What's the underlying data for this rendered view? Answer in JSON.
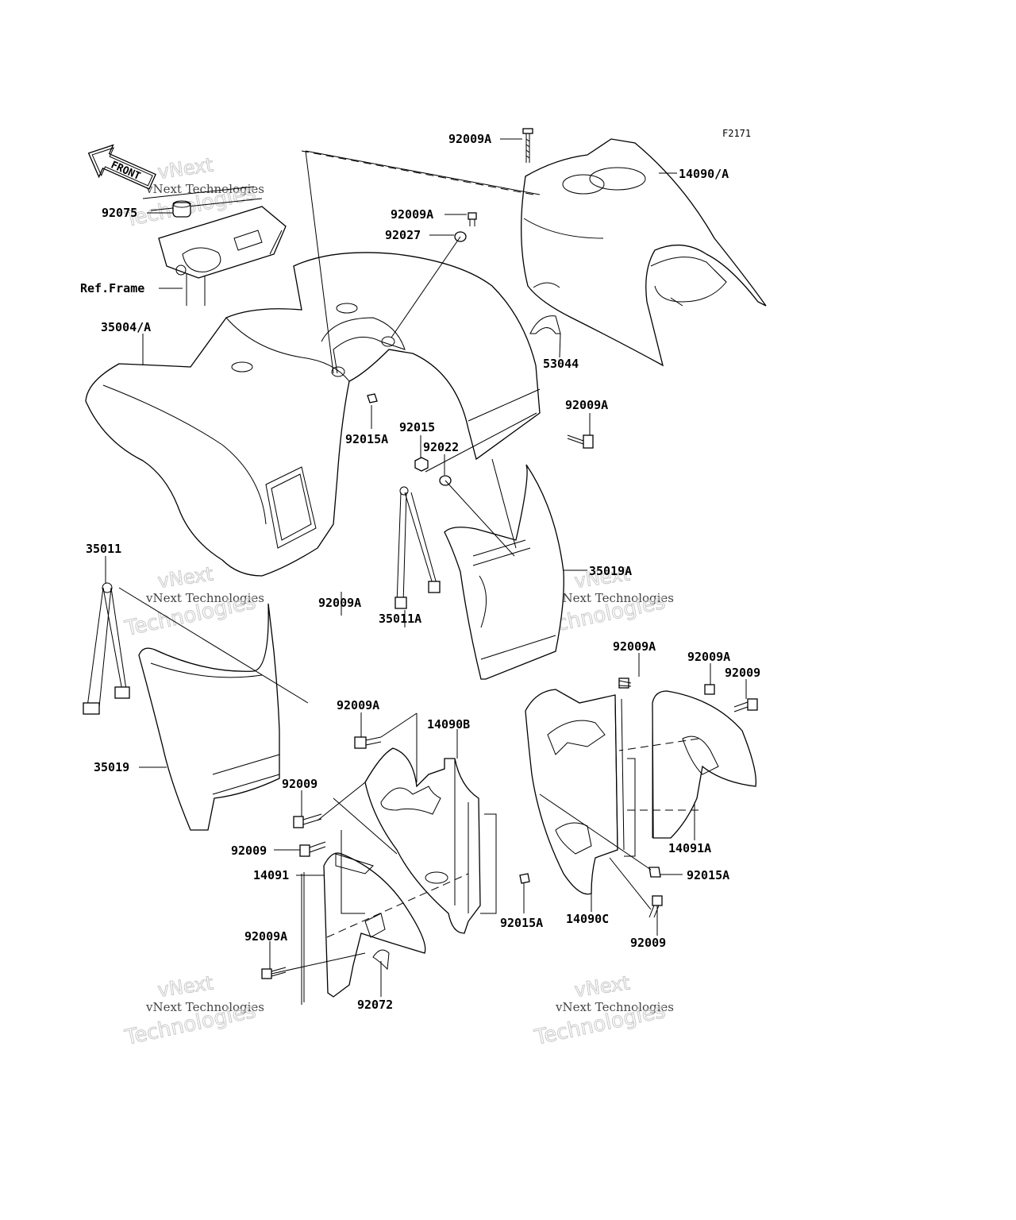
{
  "figure_code": "F2171",
  "front_label": "FRONT",
  "ref_frame": "Ref.Frame",
  "watermark": {
    "line1": "vNext Technologies",
    "line2": "vNext",
    "line3": "Technologies"
  },
  "parts": {
    "p92009A_top": "92009A",
    "p14090A": "14090/A",
    "p92075": "92075",
    "p92009A_b": "92009A",
    "p92027": "92027",
    "p35004A": "35004/A",
    "p53044": "53044",
    "p92015A_a": "92015A",
    "p92009A_c": "92009A",
    "p92015": "92015",
    "p92022": "92022",
    "p35011": "35011",
    "p35019A": "35019A",
    "p92009A_d": "92009A",
    "p35011A": "35011A",
    "p92009A_e": "92009A",
    "p92009A_f": "92009A",
    "p92009_a": "92009",
    "p92009A_g": "92009A",
    "p14090B": "14090B",
    "p35019": "35019",
    "p92009_b": "92009",
    "p92009_c": "92009",
    "p14091": "14091",
    "p14091A": "14091A",
    "p92015A_b": "92015A",
    "p92015A_c": "92015A",
    "p14090C": "14090C",
    "p92009A_h": "92009A",
    "p92009_d": "92009",
    "p92072": "92072"
  }
}
